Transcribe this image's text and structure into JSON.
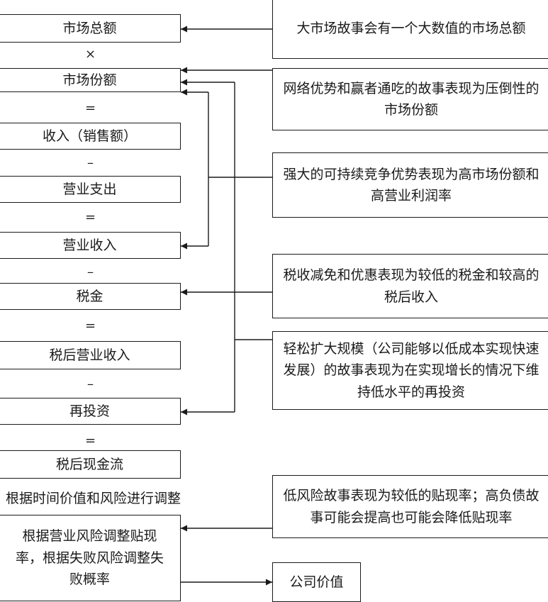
{
  "left_chain": {
    "market_total": "市场总额",
    "op_times": "×",
    "market_share": "市场份额",
    "op_eq1": "=",
    "revenue": "收入（销售额）",
    "op_minus1": "–",
    "opex": "营业支出",
    "op_eq2": "=",
    "operating_income": "营业收入",
    "op_minus2": "–",
    "tax": "税金",
    "op_eq3": "=",
    "after_tax_income": "税后营业收入",
    "op_minus3": "–",
    "reinvestment": "再投资",
    "op_eq4": "=",
    "after_tax_cashflow": "税后现金流",
    "adjust_note": "根据时间价值和风险进行调整",
    "discount_adjust": "根据营业风险调整贴现率，根据失败风险调整失败概率"
  },
  "stories": {
    "big_market": "大市场故事会有一个大数值的市场总额",
    "network": "网络优势和赢者通吃的故事表现为压倒性的市场份额",
    "competitive": "强大的可持续竞争优势表现为高市场份额和高营业利润率",
    "tax_relief": "税收减免和优惠表现为较低的税金和较高的税后收入",
    "easy_scale": "轻松扩大规模（公司能够以低成本实现快速发展）的故事表现为在实现增长的情况下维持低水平的再投资",
    "low_risk": "低风险故事表现为较低的贴现率；高负债故事可能会提高也可能会降低贴现率",
    "firm_value": "公司价值"
  }
}
